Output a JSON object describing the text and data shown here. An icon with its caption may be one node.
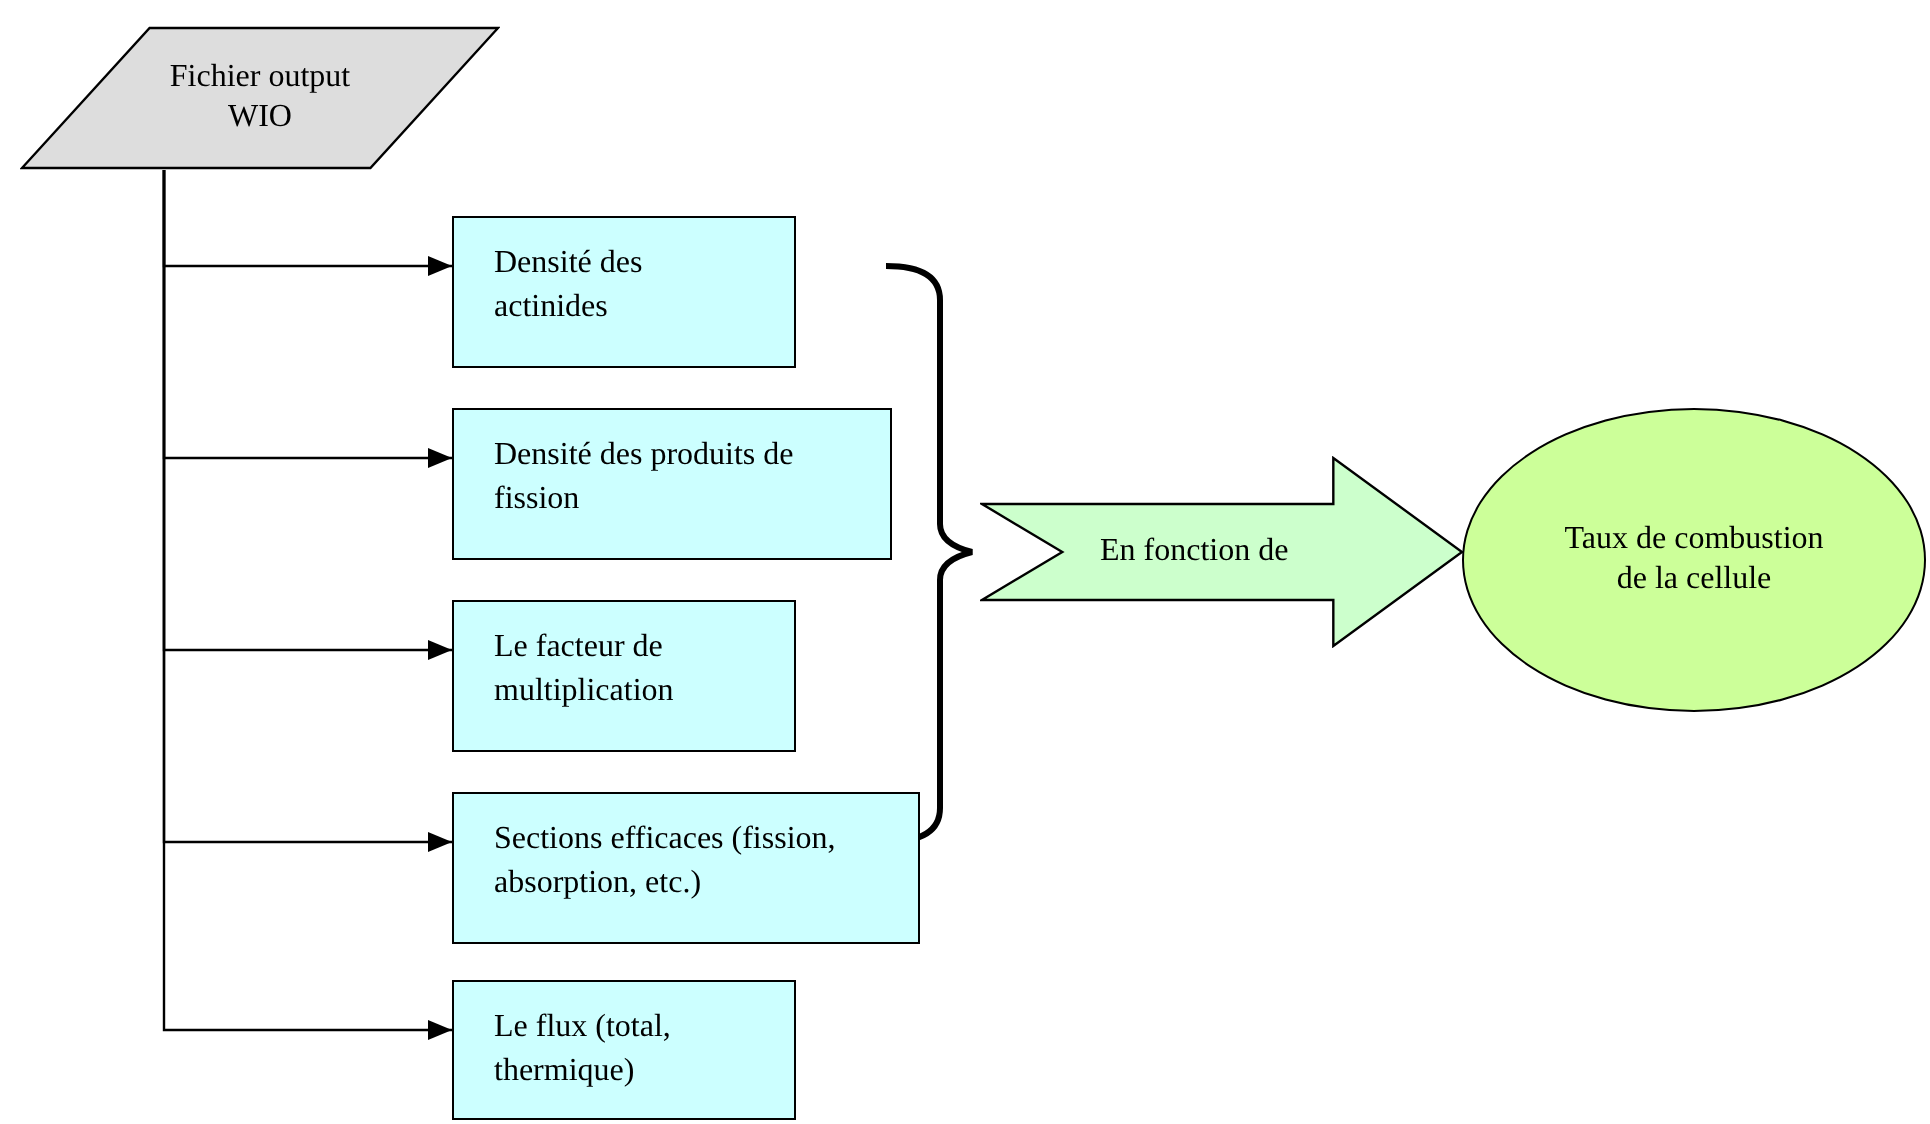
{
  "diagram": {
    "nodes": [
      {
        "text": [
          "Fichier output WIO"
        ]
      },
      {
        "text": [
          "Densité des actinides"
        ]
      },
      {
        "text": [
          "Densité des produits de fission"
        ]
      },
      {
        "text": [
          "Le facteur de multiplication"
        ]
      },
      {
        "text": [
          "Sections efficaces (fission, absorption, etc.)"
        ]
      },
      {
        "text": [
          "Le flux (total, thermique)"
        ]
      },
      {
        "text": [
          "En fonction de"
        ]
      },
      {
        "text": [
          "Taux de combustion de la cellule"
        ]
      }
    ],
    "edges": [
      {
        "from": 0,
        "to": 1,
        "arrow": "to"
      },
      {
        "from": 0,
        "to": 2,
        "arrow": "to"
      },
      {
        "from": 0,
        "to": 3,
        "arrow": "to"
      },
      {
        "from": 0,
        "to": 4,
        "arrow": "to"
      },
      {
        "from": 0,
        "to": 5,
        "arrow": "to"
      }
    ]
  }
}
